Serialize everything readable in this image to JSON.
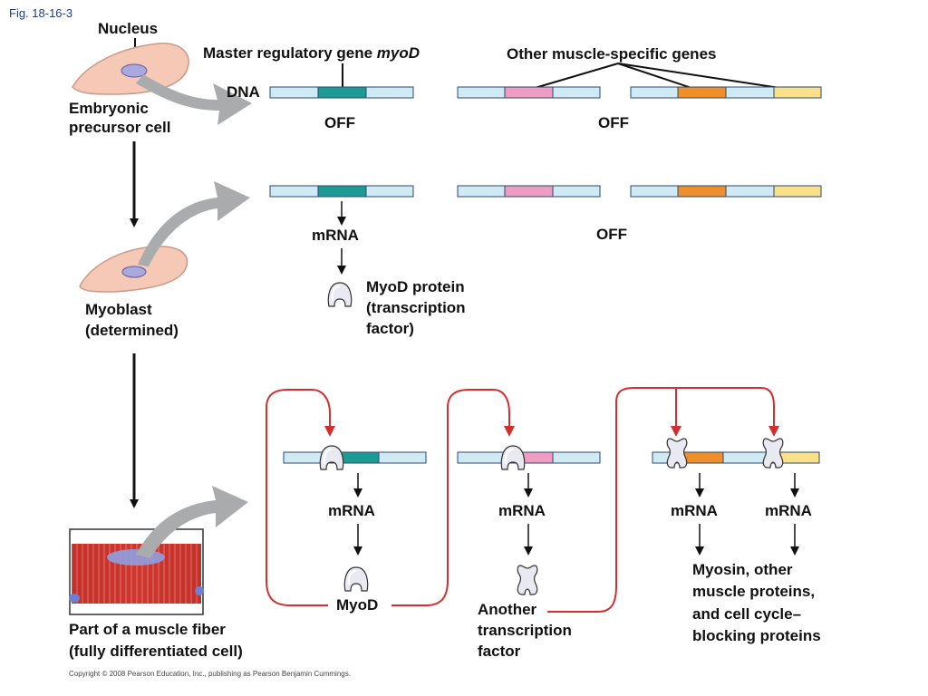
{
  "fig_label": "Fig. 18-16-3",
  "labels": {
    "nucleus": "Nucleus",
    "embryonic_line1": "Embryonic",
    "embryonic_line2": "precursor cell",
    "master_gene_prefix": "Master regulatory gene ",
    "master_gene_name": "myoD",
    "other_genes": "Other muscle-specific genes",
    "dna": "DNA",
    "off": "OFF",
    "mrna": "mRNA",
    "myod_protein_line1": "MyoD protein",
    "myod_protein_line2": "(transcription",
    "myod_protein_line3": "factor)",
    "myoblast_line1": "Myoblast",
    "myoblast_line2": "(determined)",
    "myod": "MyoD",
    "another_tf_line1": "Another",
    "another_tf_line2": "transcription",
    "another_tf_line3": "factor",
    "myosin_line1": "Myosin, other",
    "myosin_line2": "muscle proteins,",
    "myosin_line3": "and cell cycle–",
    "myosin_line4": "blocking proteins",
    "muscle_fiber_line1": "Part of a muscle fiber",
    "muscle_fiber_line2": "(fully differentiated cell)"
  },
  "copyright": "Copyright © 2008 Pearson Education, Inc., publishing as Pearson Benjamin Cummings.",
  "colors": {
    "dna_strand": "#cfe9f5",
    "myod_gene": "#1e9a95",
    "pink_gene": "#ef9cc3",
    "orange_gene": "#ef8f2a",
    "yellow_gene": "#fbe08a",
    "red_arrow": "#d32f2f",
    "gray_arrow": "#a9abad",
    "cell_fill": "#f5c9b5",
    "nucleus_fill": "#a9a9de",
    "muscle_red": "#c8332b"
  }
}
